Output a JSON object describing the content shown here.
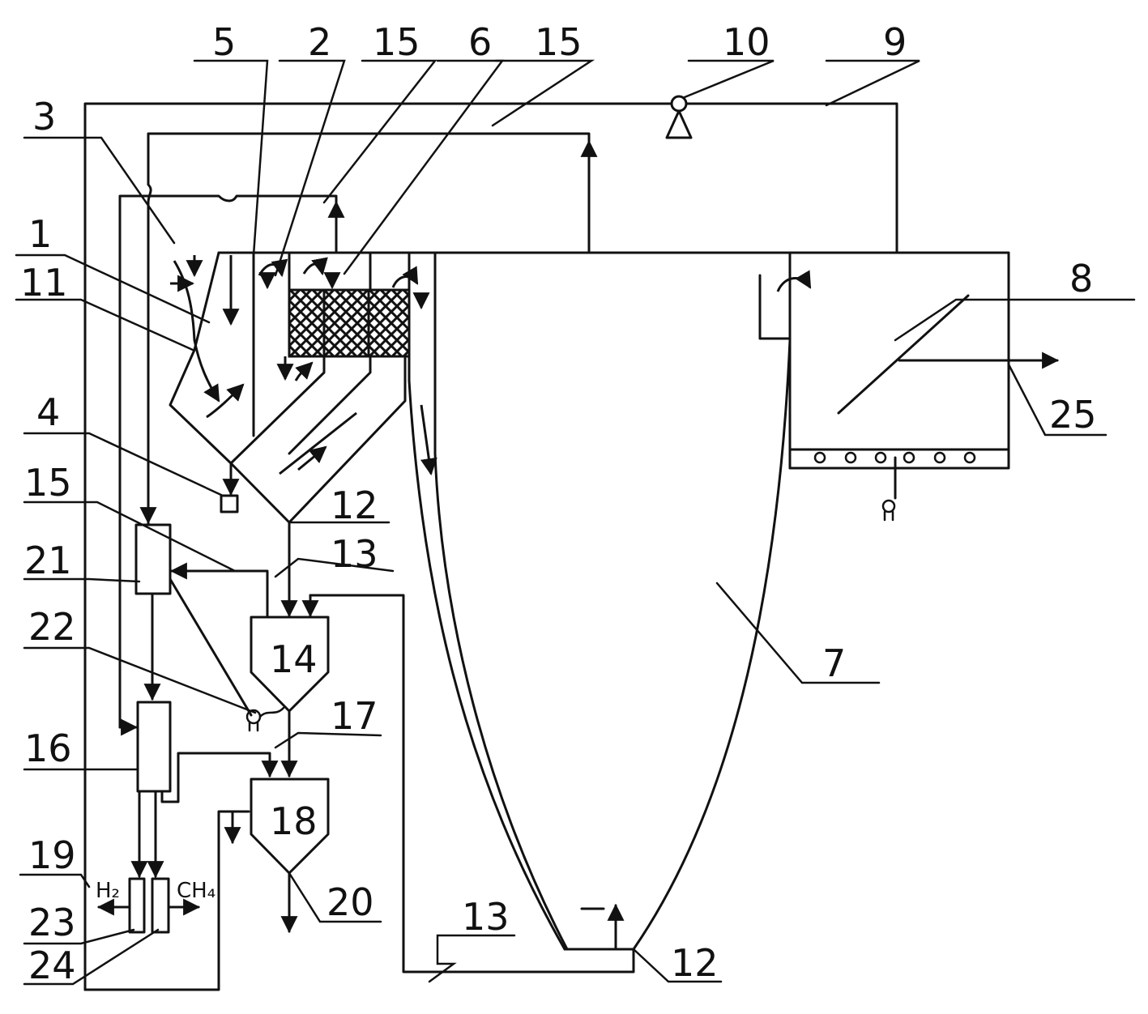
{
  "labels": {
    "l1": "1",
    "l2": "2",
    "l3": "3",
    "l4": "4",
    "l5": "5",
    "l6": "6",
    "l7": "7",
    "l8": "8",
    "l9": "9",
    "l10": "10",
    "l11": "11",
    "l12a": "12",
    "l12b": "12",
    "l13a": "13",
    "l13b": "13",
    "l14": "14",
    "l15a": "15",
    "l15b": "15",
    "l15c": "15",
    "l15d": "15",
    "l16": "16",
    "l17": "17",
    "l18": "18",
    "l19": "19",
    "l20": "20",
    "l21": "21",
    "l22": "22",
    "l23": "23",
    "l24": "24",
    "l25": "25"
  },
  "gases": {
    "h2": "H₂",
    "ch4": "CH₄"
  }
}
